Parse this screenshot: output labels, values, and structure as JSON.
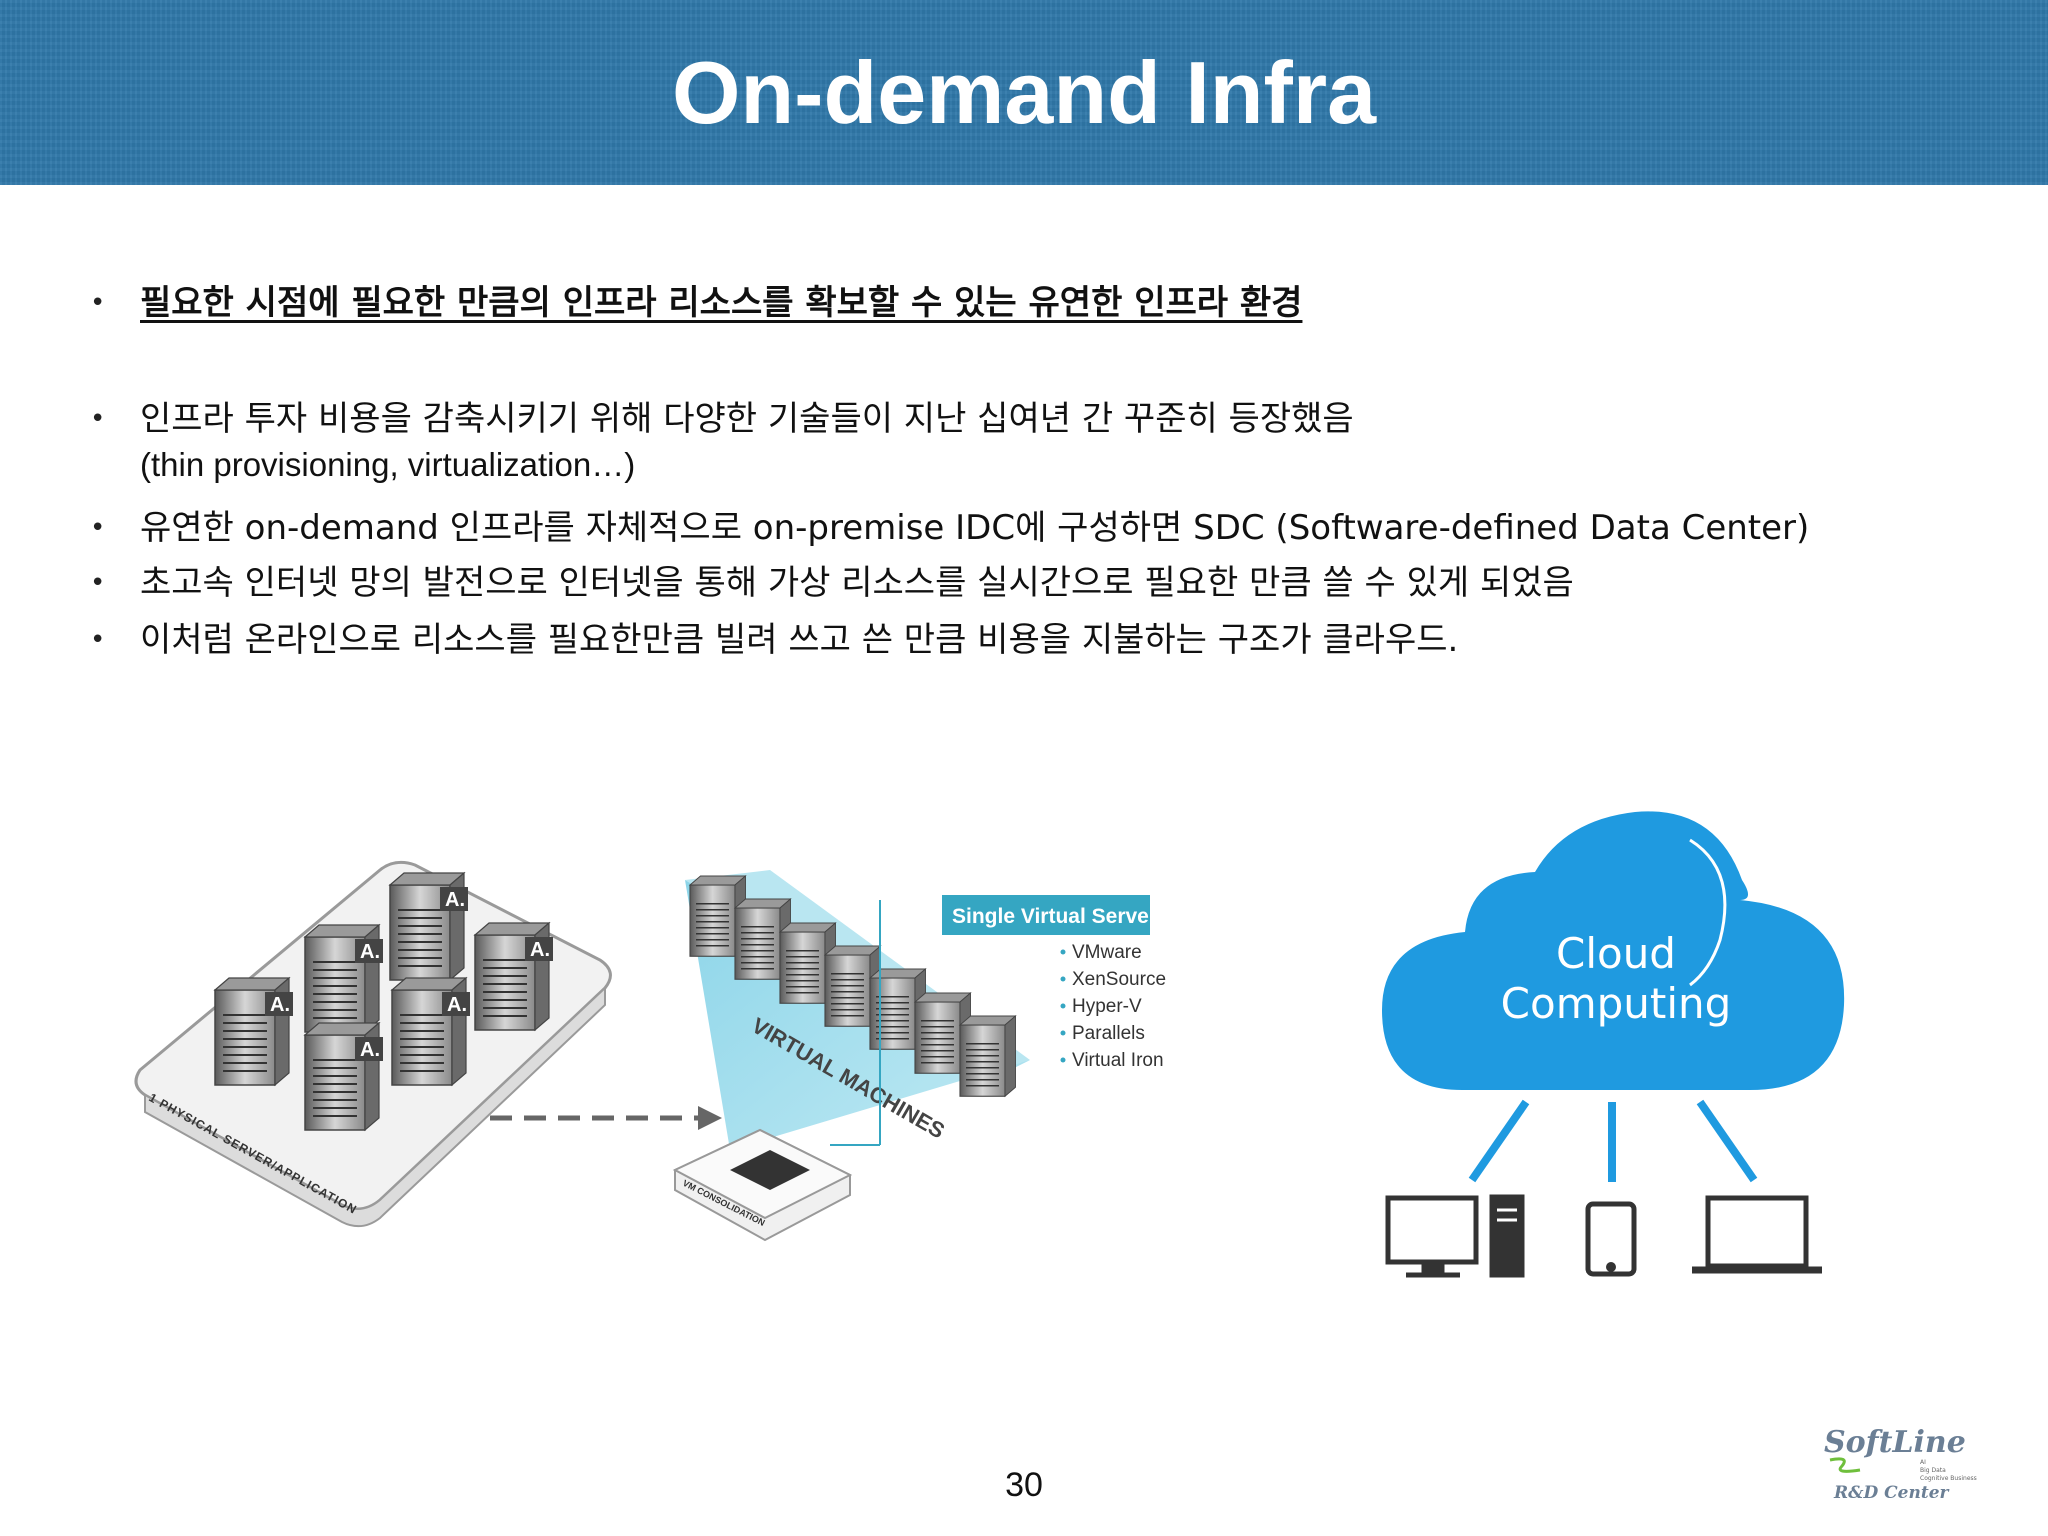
{
  "header": {
    "title": "On-demand Infra"
  },
  "bullets": [
    {
      "text": "필요한 시점에 필요한 만큼의 인프라 리소스를 확보할 수 있는 유연한 인프라 환경"
    },
    {
      "text": "인프라 투자 비용을 감축시키기 위해 다양한 기술들이 지난 십여년 간 꾸준히 등장했음",
      "sub": "(thin provisioning, virtualization…)"
    },
    {
      "text": "유연한 on-demand 인프라를 자체적으로 on-premise IDC에 구성하면 SDC (Software-defined Data Center)"
    },
    {
      "text": "초고속 인터넷 망의 발전으로 인터넷을 통해 가상 리소스를 실시간으로 필요한 만큼 쓸 수 있게 되었음"
    },
    {
      "text": "이처럼 온라인으로 리소스를 필요한만큼 빌려 쓰고 쓴 만큼 비용을 지불하는 구조가 클라우드."
    }
  ],
  "bullet_symbol": "•",
  "virtualization": {
    "server_badge": "A.",
    "physical_label": "1 PHYSICAL SERVER/APPLICATION",
    "vm_label": "VIRTUAL MACHINES",
    "consolidation_label": "VM CONSOLIDATION",
    "single_server_title": "Single Virtual Server",
    "products": [
      "VMware",
      "XenSource",
      "Hyper-V",
      "Parallels",
      "Virtual Iron"
    ]
  },
  "cloud": {
    "line1": "Cloud",
    "line2": "Computing"
  },
  "page_number": "30",
  "logo": {
    "brand": "SoftLine",
    "sub": "R&D Center",
    "tags": [
      "AI",
      "Big Data",
      "Cognitive Business"
    ]
  },
  "colors": {
    "header": "#2f78a9",
    "cloud": "#1f9ae0",
    "label_box": "#35a6c2",
    "accent": "#8fd3e6"
  }
}
